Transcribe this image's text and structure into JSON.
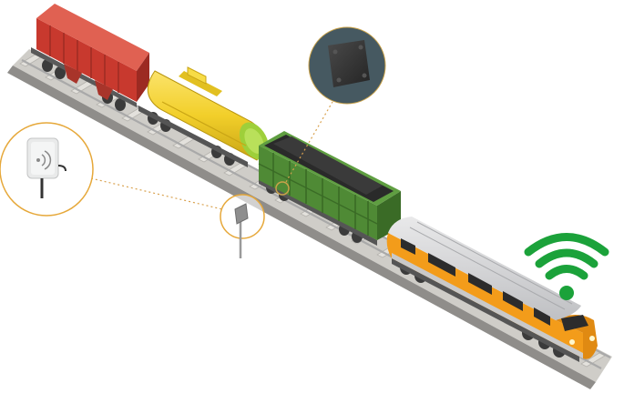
{
  "scene": {
    "type": "rfid-rail-tracking-illustration",
    "wagons": [
      {
        "kind": "hopper-car",
        "color": "#c8392e"
      },
      {
        "kind": "tank-car",
        "color": "#f2cf2a"
      },
      {
        "kind": "open-coal-car",
        "color": "#4f8a35"
      },
      {
        "kind": "diesel-locomotive",
        "color": "#f39c1a"
      }
    ],
    "callouts": [
      {
        "kind": "rfid-tag-callout",
        "ring_color": "#c9a24a"
      },
      {
        "kind": "rfid-reader-callout",
        "ring_color": "#e6a83a"
      }
    ],
    "signal_icon": {
      "name": "wifi-icon",
      "color": "#1ba23a"
    },
    "colors": {
      "rail": "#b9b9b9",
      "sleeper": "#d7d5cf",
      "ballast": "#9a9895",
      "leader_line": "#d9a24f"
    }
  }
}
